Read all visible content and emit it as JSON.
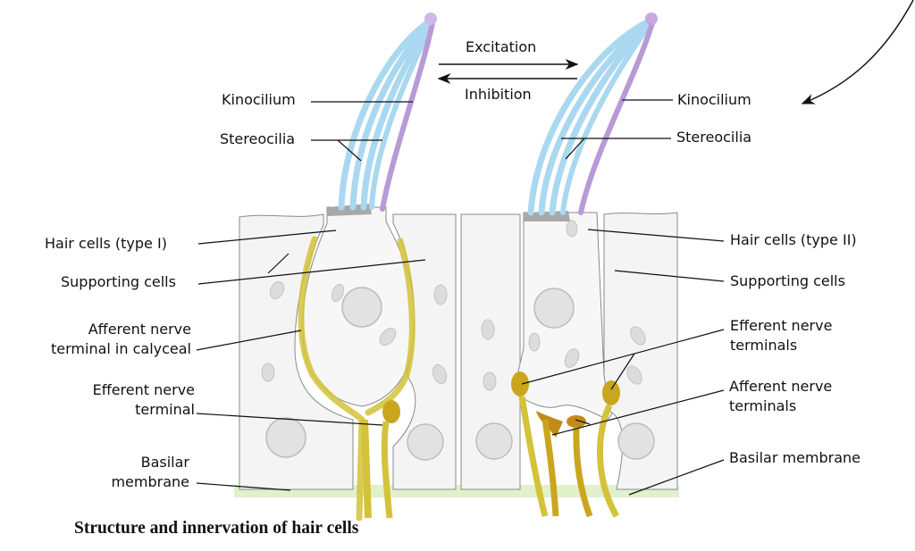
{
  "figure": {
    "caption": "Structure and innervation of hair cells",
    "arrows": {
      "excitation": "Excitation",
      "inhibition": "Inhibition"
    },
    "left_labels": {
      "kinocilium": "Kinocilium",
      "stereocilia": "Stereocilia",
      "hair_cells": "Hair cells (type I)",
      "supporting_cells": "Supporting cells",
      "afferent_line1": "Afferent nerve",
      "afferent_line2": "terminal in calyceal",
      "efferent_line1": "Efferent nerve",
      "efferent_line2": "terminal",
      "basilar_line1": "Basilar",
      "basilar_line2": "membrane"
    },
    "right_labels": {
      "kinocilium": "Kinocilium",
      "stereocilia": "Stereocilia",
      "hair_cells": "Hair cells (type II)",
      "supporting_cells": "Supporting cells",
      "efferent_line1": "Efferent nerve",
      "efferent_line2": "terminals",
      "afferent_line1": "Afferent nerve",
      "afferent_line2": "terminals",
      "basilar": "Basilar membrane"
    },
    "colors": {
      "stereocilia": "#a9d8f0",
      "kinocilium": "#b79ad6",
      "nerve": "#d4c23a",
      "efferent": "#c9a61e",
      "membrane": "#cfe8b0",
      "cell_fill": "#f4f4f4",
      "cuticular_plate": "#a8a8a8"
    }
  }
}
